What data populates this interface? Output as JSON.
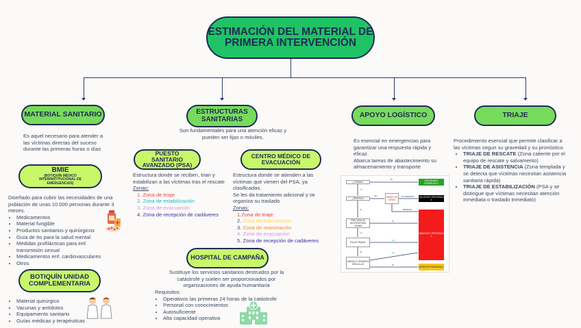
{
  "title": "ESTIMACIÓN DEL MATERIAL DE PRIMERA INTERVENCIÓN",
  "colors": {
    "title_fill": "#1fc365",
    "category_fill": "#77db5b",
    "sub_fill": "#c8f76a",
    "outline": "#1f2a55"
  },
  "material_sanitario": {
    "label": "MATERIAL SANITARIO",
    "description": "Es aquel necesario para atender a las víctimas directas del suceso durante las primeras horas o días",
    "bmie": {
      "label": "BMIE",
      "sublabel": "(BOTIQUÍN MÉDICO INTERINSTITUCIONAL DE EMERGENCIAS)",
      "description": "Diseñado para cubrir las necesidades de una población de unas 10.000 personas durante 3 meses.",
      "items": [
        "Medicamentos",
        "Material fungible",
        "Productos sanitarios y quirúrgicos",
        "Guía de tto para la salud mental",
        "Medidas profilácticas para enf. transmisión sexual",
        "Medicamentos enf. cardiovasculares",
        "Otros"
      ],
      "icon": "medicine-icon"
    },
    "botiquin": {
      "label": "BOTIQUÍN UNIDAD COMPLEMENTARIA",
      "items": [
        "Material quirúrgico",
        "Vacunas y antídotos",
        "Equipamiento sanitario",
        "Guías médicas y terapéuticas"
      ],
      "icon": "doctors-icon"
    }
  },
  "estructuras": {
    "label": "ESTRUCTURAS SANITARIAS",
    "description": "Son fundamentales para una atención eficaz y pueden ser fijas o móviles.",
    "psa": {
      "label": "PUESTO SANITARIO AVANZADO (PSA)",
      "description": "Estructura donde se reciben, trian y estabilizan a las víctimas tras el rescate",
      "zones_label": "Zonas:",
      "zones": [
        {
          "text": "1. Zona de triaje",
          "color": "#f0433a"
        },
        {
          "text": "2. Zona de estabilización",
          "color": "#22b8c4"
        },
        {
          "text": "3. Zona de evacuación",
          "color": "#d98ee6"
        },
        {
          "text": "4. Zona de recepción de cadáveres",
          "color": "#3a2fa0"
        }
      ]
    },
    "cme": {
      "label": "CENTRO MÉDICO DE EVACUACIÓN",
      "description": "Estructura donde se atienden a las víctimas que vienen del PSA, ya clasificadas.",
      "description2": "Se les da tratamiento adicional y se organiza su traslado",
      "zones_label": "Zonas:",
      "zones": [
        {
          "num": "1.",
          "text": "Zona de triaje",
          "color": "#f0433a"
        },
        {
          "num": "2.",
          "text": "Zona de intervención",
          "color": "#ffd34d"
        },
        {
          "num": "3.",
          "text": "Zona de reanimación",
          "color": "#f58a1f"
        },
        {
          "num": "4.",
          "text": "Zona de evacuación",
          "color": "#d98ee6"
        },
        {
          "num": "5.",
          "text": "Zona de recepción de cadáveres",
          "color": "#3a2fa0"
        }
      ]
    },
    "hospital": {
      "label": "HOSPITAL DE CAMPAÑA",
      "description": "Sustituye los servicios sanitarios destruidos por la catástrofe y suelen ser proporcionados por organizaciones de ayuda humanitaria",
      "req_label": "Requisitos:",
      "items": [
        "Operativos las primeras 24 horas de la catástrofe",
        "Personal con conocimientos",
        "Autosuficiente",
        "Alta capacidad operativa"
      ],
      "icon": "hospital-icon"
    }
  },
  "apoyo": {
    "label": "APOYO LOGÍSTICO",
    "description": "Es esencial en emergencias para garantizar una respuesta rápida y eficaz.",
    "description2": "Abarca tareas de abastecimeinto su almacenamiento y transporte",
    "flow": {
      "q1": "¿CAMINA?",
      "q2": "¿RESPIRA?",
      "q3": "ABRIR VÍA AÉREA",
      "q4": "FRECUENCIA RESPIRATORIA >30/MIN",
      "q5": "PULSO RADIAL",
      "q6": "OBEDECE ÓRDENES SENCILLAS",
      "si": "SI",
      "no": "NO",
      "no_respira": "NO RESPIRA",
      "respira": "RESPIRA",
      "r_green": "DEMORABLE PRIORIDAD 3",
      "r_black": "FALLECIDO PRIORIDAD 4",
      "r_red": "INMEDIATO PRIORIDAD 1",
      "r_yellow": "URGENTE PRIORIDAD 2"
    }
  },
  "triaje": {
    "label": "TRIAJE",
    "description": "Procedimiento esencial que permite clasificar a las víctimas segun su gravedad y su pronóstico.",
    "items": [
      {
        "bold": "TRIAJE DE RESCATE",
        "text": " (Zona caliente por el equipo de rescate y salvamento)"
      },
      {
        "bold": "TRIAJE DE ASISTENCIA",
        "text": " (Zona templada y se detecta que víctimas necesitan asistencia sanitaria rápida)"
      },
      {
        "bold": "TRIAJE DE ESTABILIZACIÓN",
        "text": " (PSA y se distingue que víctimas necesitan atención inmediata o traslado inmediato)"
      }
    ]
  }
}
